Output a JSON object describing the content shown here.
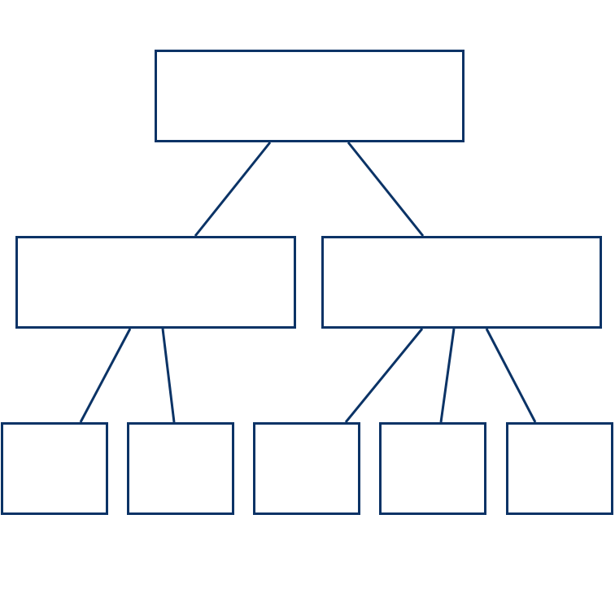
{
  "diagram": {
    "type": "tree",
    "colors": {
      "stroke": "#0b3366",
      "fill": "#ffffff",
      "background": "#ffffff"
    },
    "nodes": [
      {
        "id": "root",
        "level": 0,
        "label": ""
      },
      {
        "id": "left",
        "level": 1,
        "label": ""
      },
      {
        "id": "right",
        "level": 1,
        "label": ""
      },
      {
        "id": "leaf-1",
        "level": 2,
        "label": ""
      },
      {
        "id": "leaf-2",
        "level": 2,
        "label": ""
      },
      {
        "id": "leaf-3",
        "level": 2,
        "label": ""
      },
      {
        "id": "leaf-4",
        "level": 2,
        "label": ""
      },
      {
        "id": "leaf-5",
        "level": 2,
        "label": ""
      }
    ],
    "edges": [
      {
        "from": "root",
        "to": "left"
      },
      {
        "from": "root",
        "to": "right"
      },
      {
        "from": "left",
        "to": "leaf-1"
      },
      {
        "from": "left",
        "to": "leaf-2"
      },
      {
        "from": "right",
        "to": "leaf-3"
      },
      {
        "from": "right",
        "to": "leaf-4"
      },
      {
        "from": "right",
        "to": "leaf-5"
      }
    ]
  }
}
